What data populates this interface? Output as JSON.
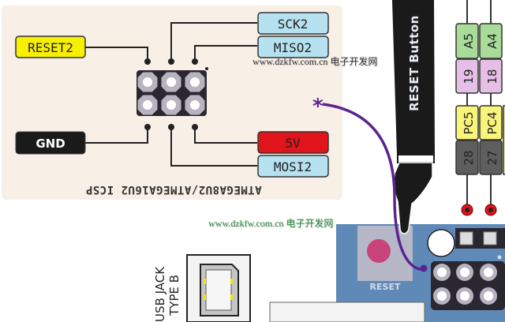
{
  "icsp_panel": {
    "title": "ATMEGA8U2/ATMEGA16U2 ICSP",
    "labels": {
      "reset2": "RESET2",
      "gnd": "GND",
      "sck2": "SCK2",
      "miso2": "MISO2",
      "vcc": "5V",
      "mosi2": "MOSI2"
    }
  },
  "reset_button_label": "RESET Button",
  "board_reset_label": "RESET",
  "usb_label": {
    "line1": "USB JACK",
    "line2": "TYPE B"
  },
  "pin_columns": [
    {
      "analog": "A5",
      "digital": "19",
      "port": "PC5",
      "chip_pin": "28"
    },
    {
      "analog": "A4",
      "digital": "18",
      "port": "PC4",
      "chip_pin": "27"
    }
  ],
  "watermarks": [
    {
      "url": "www.dzkfw.com.cn",
      "site": "电子开发网"
    },
    {
      "url": "www.dzkfw.com.cn",
      "site": "电子开发网"
    }
  ],
  "colors": {
    "panel_bg": "#f8efe6",
    "reset_label": "#f7f000",
    "gnd_label": "#1a1a1a",
    "spi_label": "#b5e1f0",
    "vcc_label": "#e0141a",
    "analog_label": "#a8dc98",
    "digital_label": "#e6bfe6",
    "port_label": "#f9f57a",
    "chip_label": "#5e5e5e",
    "board_blue": "#5f8ab7",
    "reset_btn": "#c8447a",
    "pointer_line": "#5a2590"
  }
}
